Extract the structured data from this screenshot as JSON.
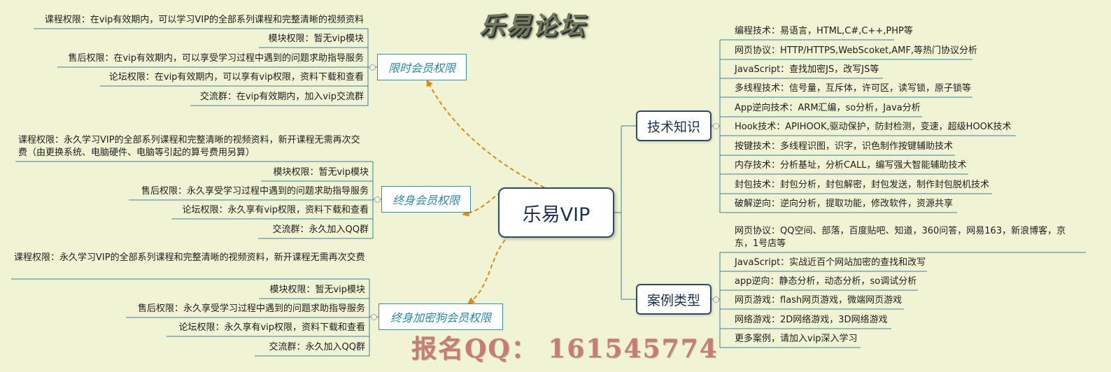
{
  "title": "乐易论坛",
  "contact": "报名QQ： 161545774",
  "center": "乐易VIP",
  "tech": {
    "label": "技术知识",
    "items": [
      "编程技术：易语言，HTML,C#,C++,PHP等",
      "网页协议：HTTP/HTTPS,WebScoket,AMF,等热门协议分析",
      "JavaScript：查找加密JS，改写JS等",
      "多线程技术：信号量，互斥体，许可区，读写锁，原子锁等",
      "App逆向技术：ARM汇编，so分析，Java分析",
      "Hook技术：APIHOOK,驱动保护，防封检测，变速，超级HOOK技术",
      "按键技术：多线程识图，识字，识色制作按键辅助技术",
      "内存技术：分析基址，分析CALL，编写强大智能辅助技术",
      "封包技术：封包分析，封包解密，封包发送，制作封包脱机技术",
      "破解逆向：逆向分析，提取功能，修改软件，资源共享"
    ]
  },
  "cases": {
    "label": "案例类型",
    "items": [
      "网页协议：QQ空间、部落，百度贴吧、知道，360问答，网易163，新浪博客，京东，1号店等",
      "JavaScript：实战近百个网站加密的查找和改写",
      "app逆向：静态分析，动态分析，so调试分析",
      "网页游戏：flash网页游戏，微端网页游戏",
      "网络游戏：2D网络游戏，3D网络游戏",
      "更多案例，请加入vip深入学习"
    ]
  },
  "timed": {
    "label": "限时会员权限",
    "items": [
      "课程权限：在vip有效期内，可以学习VIP的全部系列课程和完整清晰的视频资料",
      "模块权限：暂无vip模块",
      "售后权限：在vip有效期内，可以享受学习过程中遇到的问题求助指导服务",
      "论坛权限：在vip有效期内，可以享有vip权限，资料下载和查看",
      "交流群：在vip有效期内，加入vip交流群"
    ]
  },
  "lifetime": {
    "label": "终身会员权限",
    "items": [
      "课程权限：永久学习VIP的全部系列课程和完整清晰的视频资料，新开课程无需再次交费（由更换系统、电脑硬件、电脑等引起的算号费用另算）",
      "模块权限：暂无vip模块",
      "售后权限：永久享受学习过程中遇到的问题求助指导服务",
      "论坛权限：永久享有vip权限，资料下载和查看",
      "交流群：永久加入QQ群"
    ]
  },
  "dongle": {
    "label": "终身加密狗会员权限",
    "items": [
      "课程权限：永久学习VIP的全部系列课程和完整清晰的视频资料，新开课程无需再次交费",
      "模块权限：暂无vip模块",
      "售后权限：永久享受学习过程中遇到的问题求助指导服务",
      "论坛权限：永久享有vip权限，资料下载和查看",
      "交流群：永久加入QQ群"
    ]
  },
  "colors": {
    "background": "#f0f4d4",
    "navy": "#2f4a6e",
    "teal": "#2a87a6",
    "leaf_line": "#3a7f9c",
    "dashed_arrow": "#e08a10",
    "watermark": "#c06868"
  }
}
